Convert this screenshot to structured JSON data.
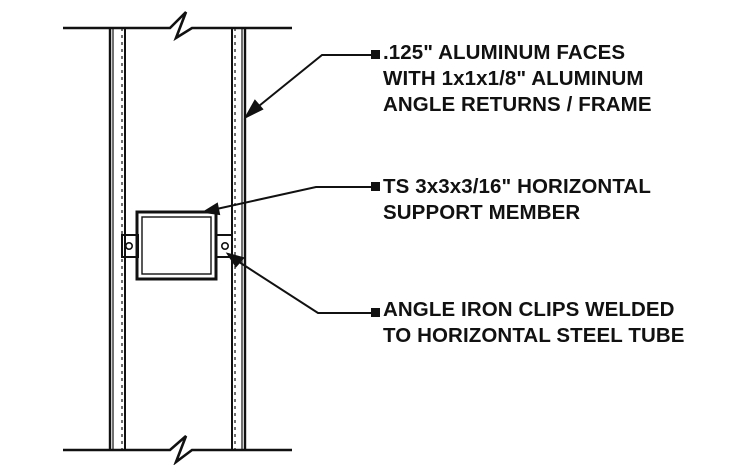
{
  "notes": {
    "faces": {
      "line1": ".125\" ALUMINUM FACES",
      "line2": "WITH 1x1x1/8\" ALUMINUM",
      "line3": "ANGLE RETURNS / FRAME"
    },
    "tube": {
      "line1": "TS 3x3x3/16\" HORIZONTAL",
      "line2": "SUPPORT MEMBER"
    },
    "clips": {
      "line1": "ANGLE IRON CLIPS WELDED",
      "line2": "TO HORIZONTAL STEEL TUBE"
    }
  },
  "colors": {
    "ink": "#111111",
    "background": "#ffffff"
  }
}
